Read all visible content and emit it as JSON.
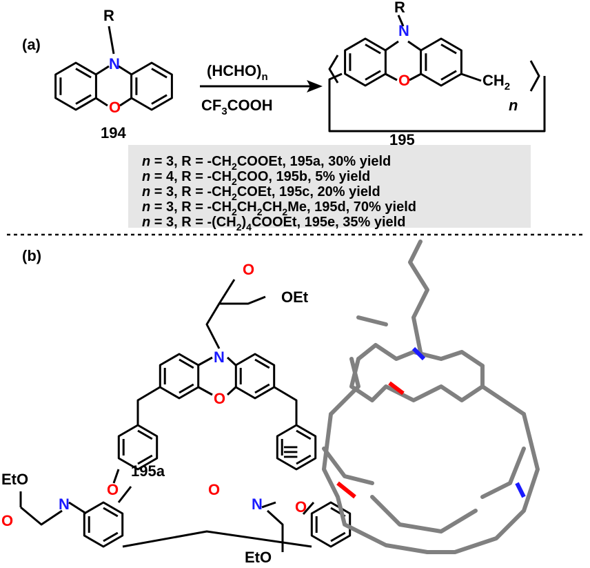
{
  "panel_a": {
    "label": "(a)",
    "reactant": {
      "id": "194",
      "substituent": "R",
      "n_atom": "N",
      "o_atom": "O"
    },
    "reagent_top": {
      "main": "(HCHO)",
      "sub": "n"
    },
    "reagent_bottom": {
      "pre": "CF",
      "sub": "3",
      "post": "COOH"
    },
    "product": {
      "id": "195",
      "substituent": "R",
      "n_atom": "N",
      "o_atom": "O",
      "bridge": "CH",
      "bridge_sub": "2",
      "repeat": "n"
    },
    "results": [
      [
        {
          "t": "n",
          "i": true
        },
        {
          "t": " = 3, R = -CH"
        },
        {
          "t": "2",
          "s": true
        },
        {
          "t": "COOEt, 195a, 30% yield"
        }
      ],
      [
        {
          "t": "n",
          "i": true
        },
        {
          "t": " = 4, R = -CH"
        },
        {
          "t": "2",
          "s": true
        },
        {
          "t": "COO, 195b, 5% yield"
        }
      ],
      [
        {
          "t": "n",
          "i": true
        },
        {
          "t": " = 3, R = -CH"
        },
        {
          "t": "2",
          "s": true
        },
        {
          "t": "COEt, 195c, 20% yield"
        }
      ],
      [
        {
          "t": "n",
          "i": true
        },
        {
          "t": " = 3, R = -CH"
        },
        {
          "t": "2",
          "s": true
        },
        {
          "t": "CH"
        },
        {
          "t": "2",
          "s": true
        },
        {
          "t": "CH"
        },
        {
          "t": "2",
          "s": true
        },
        {
          "t": "Me, 195d, 70% yield"
        }
      ],
      [
        {
          "t": "n",
          "i": true
        },
        {
          "t": " = 3, R = -(CH"
        },
        {
          "t": "2",
          "s": true
        },
        {
          "t": ")"
        },
        {
          "t": "4",
          "s": true
        },
        {
          "t": "COOEt, 195e, 35% yield"
        }
      ]
    ]
  },
  "panel_b": {
    "label": "(b)",
    "compound": "195a",
    "equivalence": "≡",
    "n_atom": "N",
    "o_atom": "O",
    "carbonyl_o": "O",
    "ester_right": "OEt",
    "ester_left": "EtO",
    "colors": {
      "nitrogen": "#1a1aff",
      "oxygen": "#ff0000",
      "carbon_stick": "#808080"
    }
  }
}
